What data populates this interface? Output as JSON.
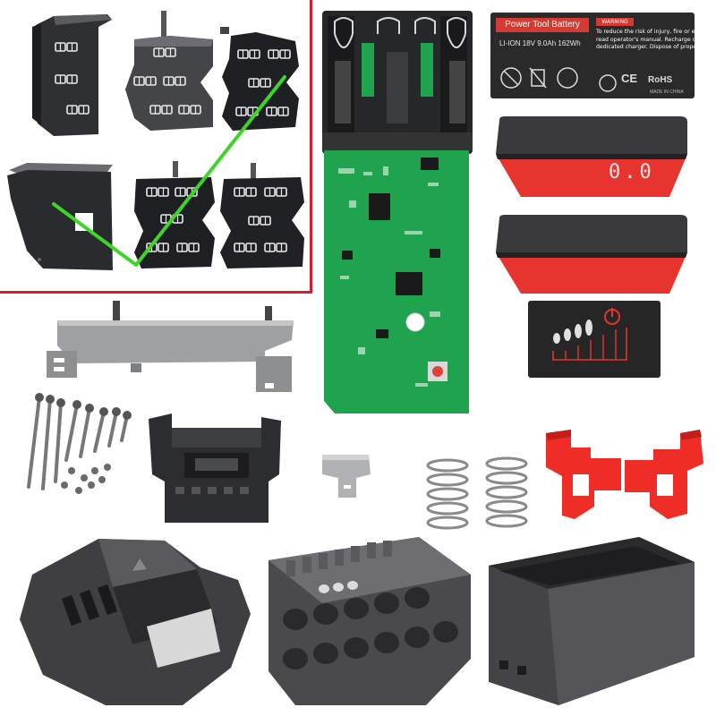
{
  "colors": {
    "highlight_frame": "#d91d2e",
    "check_mark": "#3ed42a",
    "pcb_green": "#1fa34f",
    "housing_gray": "#4a4a4a",
    "housing_light": "#b8b8b8",
    "cap_red": "#e8342f",
    "cap_dark": "#2c2c2c",
    "latch_red": "#ef2d27",
    "label_bg": "#2a2a2a"
  },
  "battery_label": {
    "title": "Power Tool Battery",
    "spec": "LI-ION  18V 9.0Ah 162Wh",
    "warning_title": "WARNING",
    "warning_lines": [
      "To reduce the risk of injury, fire or explosion,",
      "read operator's manual. Recharge only with",
      "dedicated charger. Dispose of properly."
    ],
    "ce_mark": "CE",
    "rohs_mark": "RoHS",
    "made_in": "MADE IN CHINA"
  },
  "cap_display": {
    "digits": "0.0"
  },
  "icons": [
    "nickel-strip-icon",
    "pcb-board-icon",
    "screw-set-icon",
    "spring-icon",
    "latch-icon",
    "battery-housing-icon",
    "cell-holder-icon",
    "checkmark-icon"
  ]
}
